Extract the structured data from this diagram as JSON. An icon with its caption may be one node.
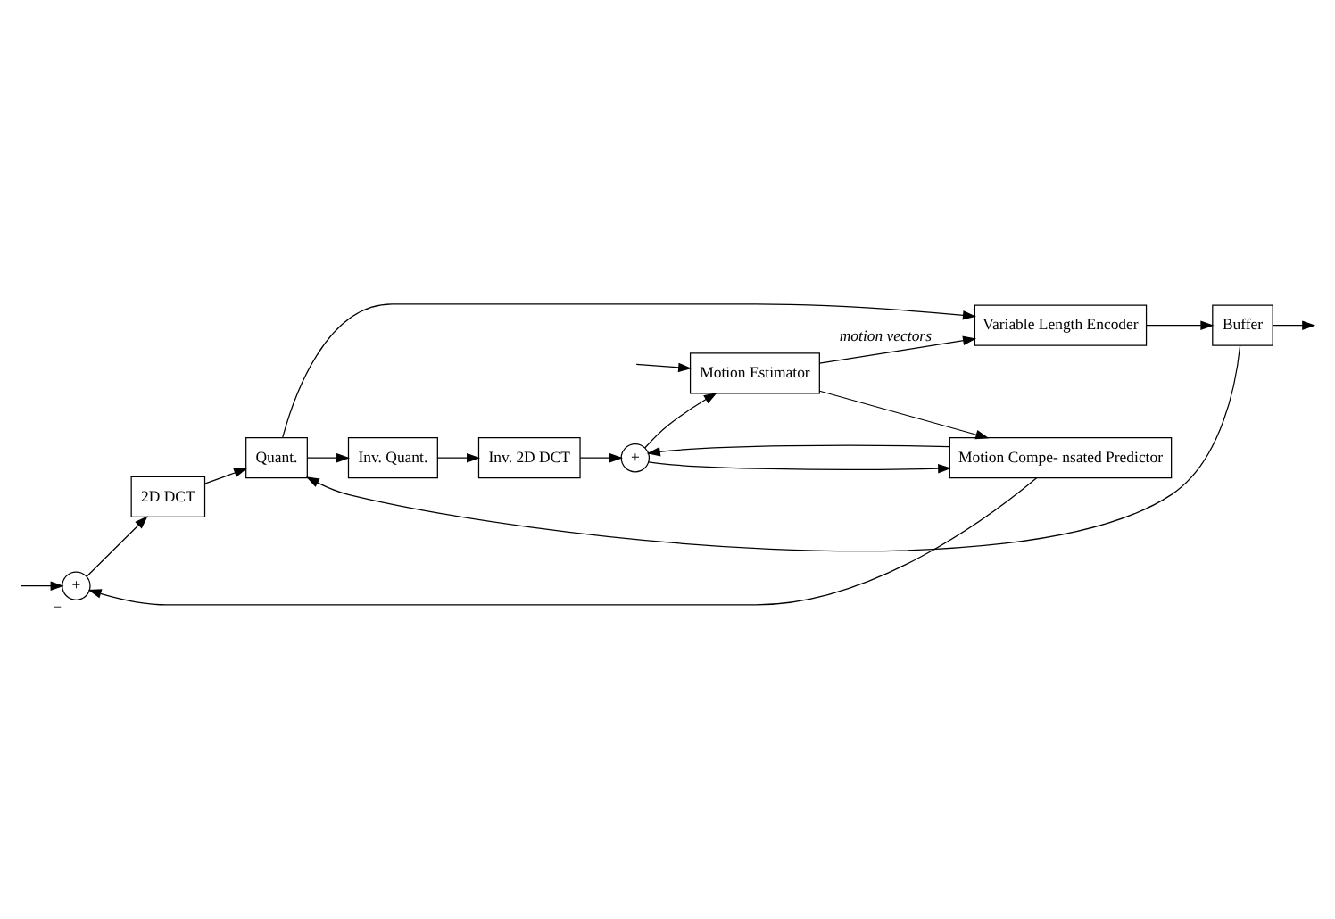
{
  "diagram": {
    "nodes": [
      {
        "text": [
          "+"
        ],
        "beside": [
          "−"
        ]
      },
      {
        "text": [
          "2D DCT"
        ]
      },
      {
        "text": [
          "Quant."
        ]
      },
      {
        "text": [
          "Variable Length Encoder"
        ]
      },
      {
        "text": [
          "Buffer"
        ]
      },
      {
        "text": [
          "Inv. Quant."
        ]
      },
      {
        "text": [
          "Inv. 2D DCT"
        ]
      },
      {
        "text": [
          "+"
        ]
      },
      {
        "text": [
          "Motion Compe- nsated Predictor"
        ]
      },
      {
        "text": [
          "Motion Estimator"
        ]
      }
    ],
    "edges": [
      {
        "from": null,
        "to": 0,
        "arrow": "to"
      },
      {
        "from": null,
        "to": 9,
        "arrow": "to"
      },
      {
        "from": 0,
        "to": 1,
        "arrow": "to"
      },
      {
        "from": 1,
        "to": 2,
        "arrow": "to"
      },
      {
        "from": 2,
        "to": 3,
        "arrow": "to"
      },
      {
        "from": 3,
        "to": 4,
        "arrow": "to"
      },
      {
        "from": 4,
        "to": null,
        "arrow": "to"
      },
      {
        "from": 4,
        "to": 2,
        "arrow": "to"
      },
      {
        "from": 2,
        "to": 5,
        "arrow": "to"
      },
      {
        "from": 5,
        "to": 6,
        "arrow": "to"
      },
      {
        "from": 6,
        "to": 7,
        "arrow": "to"
      },
      {
        "from": 8,
        "to": 0,
        "arrow": "to"
      },
      {
        "from": 8,
        "to": 7,
        "arrow": "to"
      },
      {
        "from": 7,
        "to": 8,
        "arrow": "to"
      },
      {
        "from": 7,
        "to": 9,
        "arrow": "to"
      },
      {
        "from": 9,
        "to": 8,
        "arrow": "to"
      },
      {
        "from": 9,
        "to": 3,
        "arrow": "to",
        "label": "motion vectors"
      }
    ]
  }
}
